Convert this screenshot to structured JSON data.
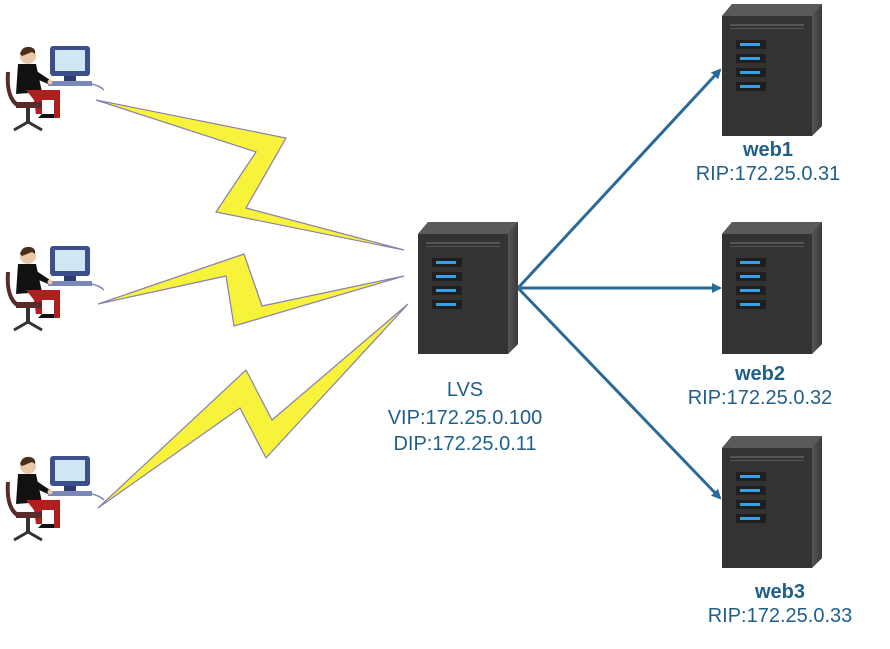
{
  "lvs": {
    "name": "LVS",
    "vip": "VIP:172.25.0.100",
    "dip": "DIP:172.25.0.11"
  },
  "web_servers": [
    {
      "name": "web1",
      "rip": "RIP:172.25.0.31"
    },
    {
      "name": "web2",
      "rip": "RIP:172.25.0.32"
    },
    {
      "name": "web3",
      "rip": "RIP:172.25.0.33"
    }
  ],
  "colors": {
    "label_text": "#1f5f8b",
    "arrow": "#2a6a97",
    "lightning_fill": "#f7f33a",
    "lightning_stroke": "#8a7fb0",
    "server_body": "#3a3a3a",
    "server_led": "#3aa0e6"
  },
  "clients": {
    "count": 3,
    "icon": "person-at-computer-icon"
  }
}
